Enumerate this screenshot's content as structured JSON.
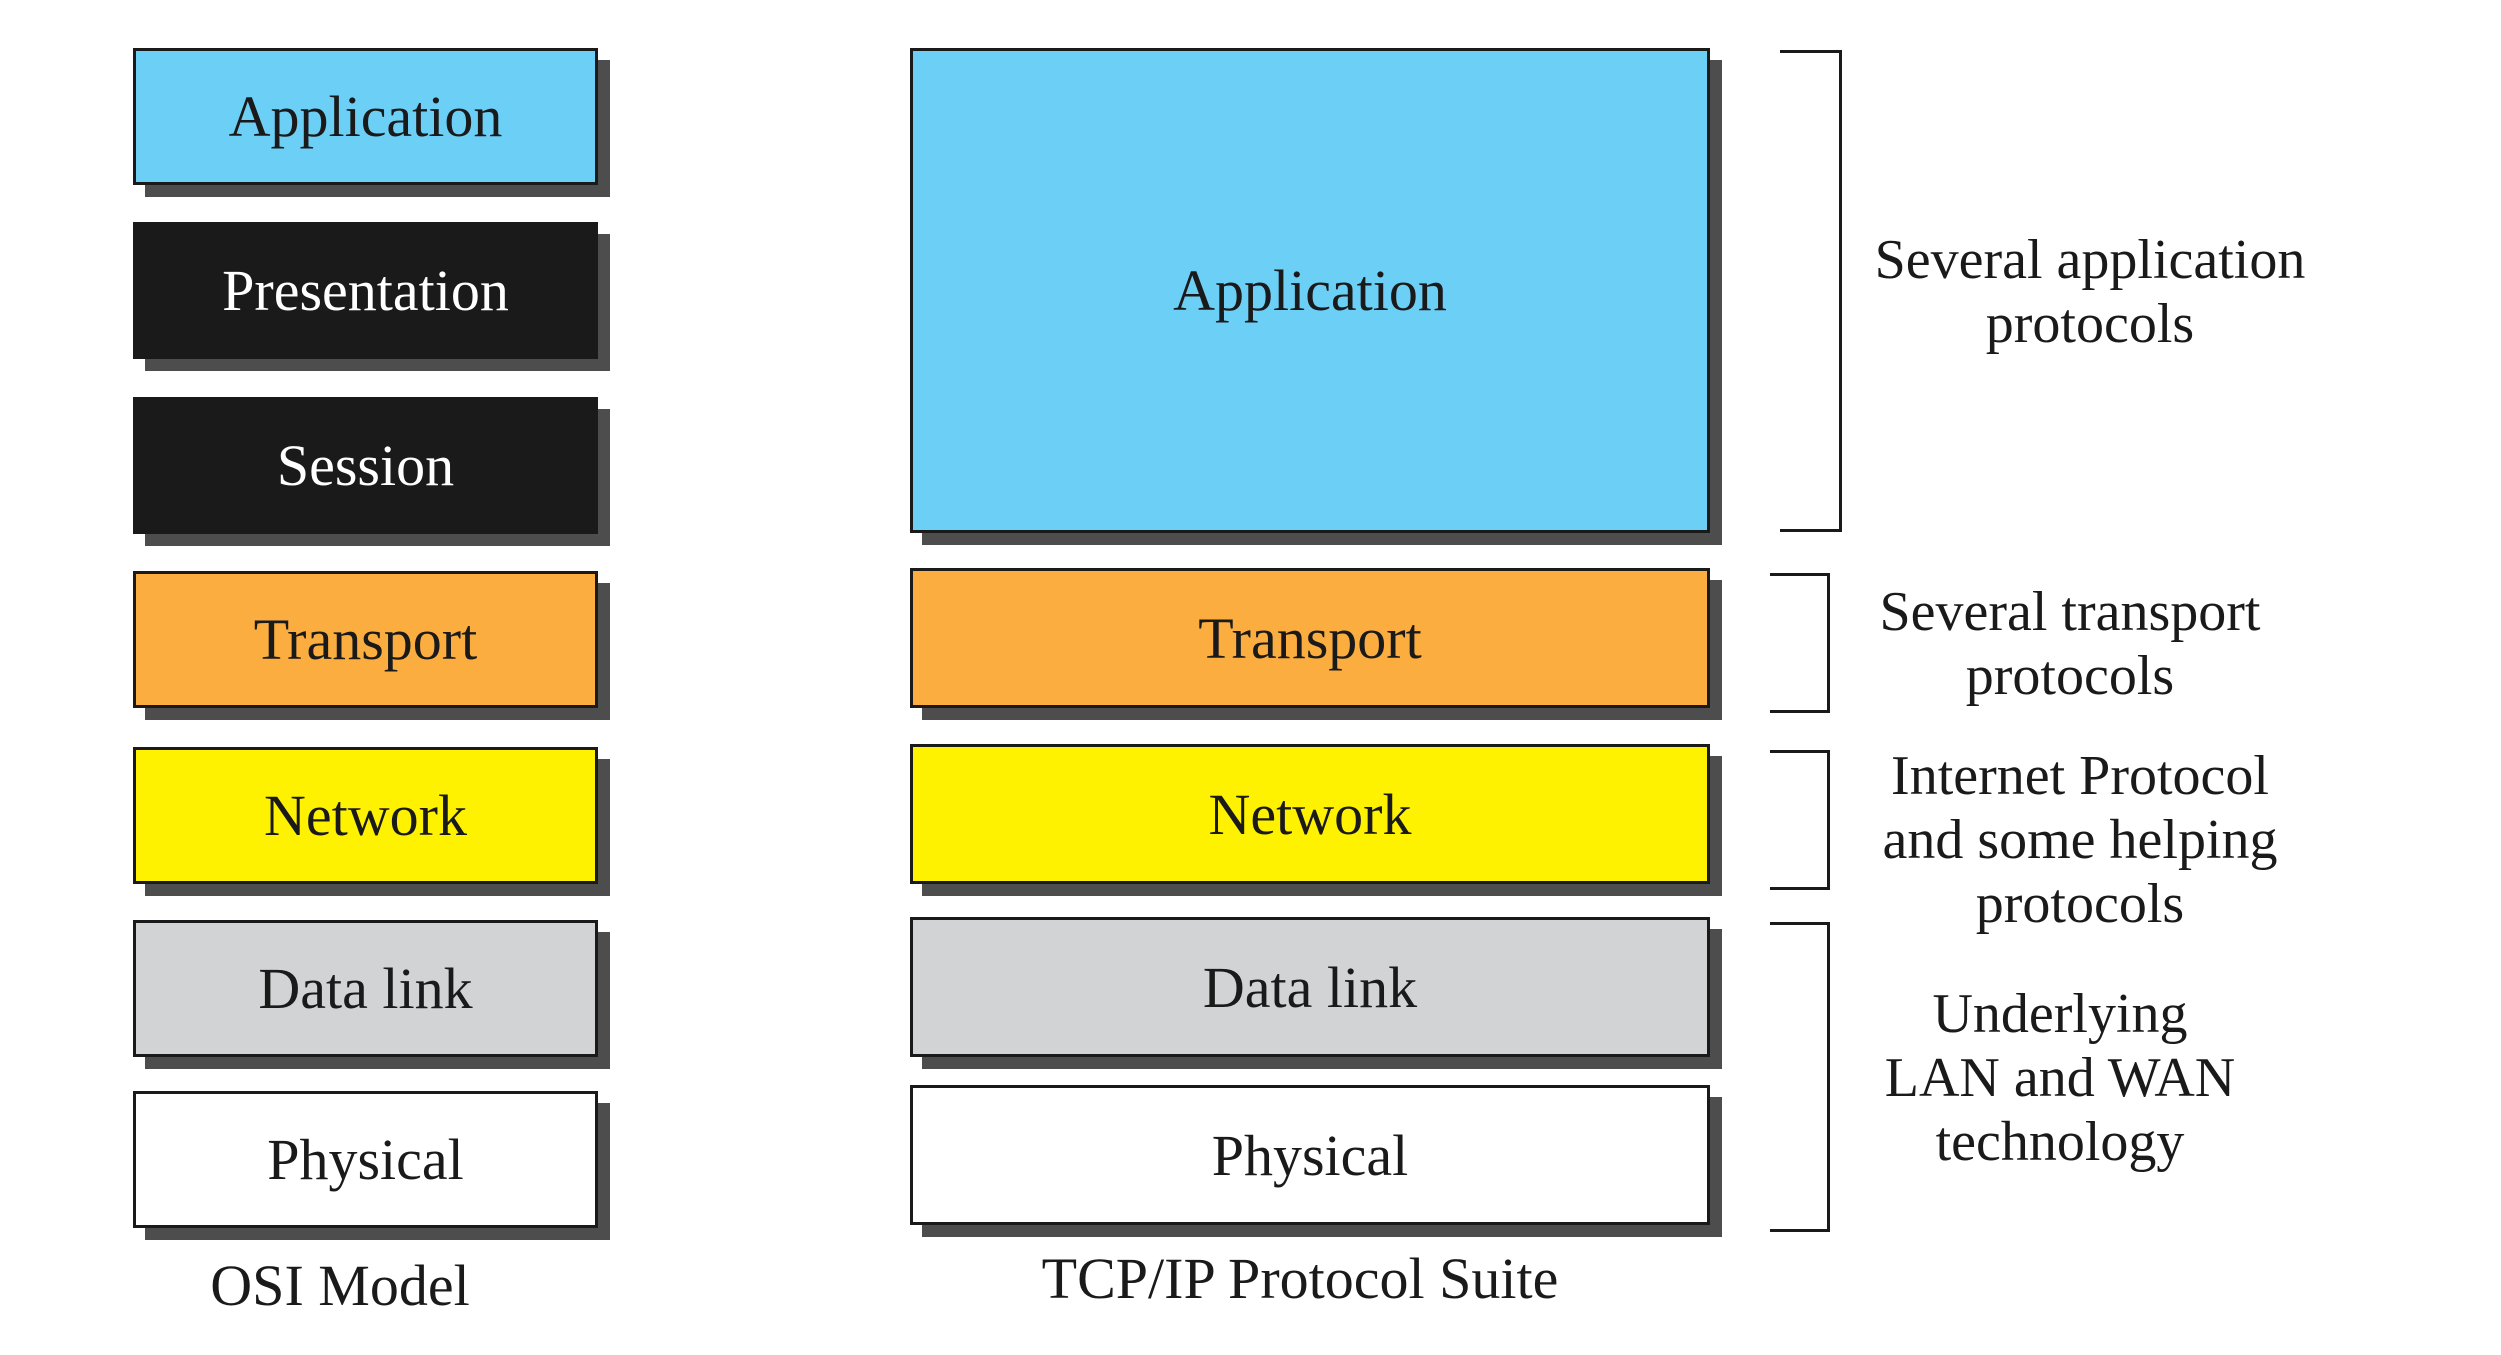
{
  "osi": {
    "caption": "OSI Model",
    "layers": [
      {
        "label": "Application",
        "color": "#6ccff6"
      },
      {
        "label": "Presentation",
        "color": "#1a1a1a"
      },
      {
        "label": "Session",
        "color": "#1a1a1a"
      },
      {
        "label": "Transport",
        "color": "#fbae3f"
      },
      {
        "label": "Network",
        "color": "#fff200"
      },
      {
        "label": "Data link",
        "color": "#d1d3d4"
      },
      {
        "label": "Physical",
        "color": "#ffffff"
      }
    ]
  },
  "tcpip": {
    "caption": "TCP/IP Protocol Suite",
    "layers": [
      {
        "label": "Application",
        "color": "#6ccff6"
      },
      {
        "label": "Transport",
        "color": "#fbae3f"
      },
      {
        "label": "Network",
        "color": "#fff200"
      },
      {
        "label": "Data link",
        "color": "#d1d3d4"
      },
      {
        "label": "Physical",
        "color": "#ffffff"
      }
    ]
  },
  "annotations": {
    "application": [
      "Several application",
      "protocols"
    ],
    "transport": [
      "Several transport",
      "protocols"
    ],
    "network": [
      "Internet Protocol",
      "and some helping",
      "protocols"
    ],
    "underlying": [
      "Underlying",
      "LAN and WAN",
      "technology"
    ]
  }
}
